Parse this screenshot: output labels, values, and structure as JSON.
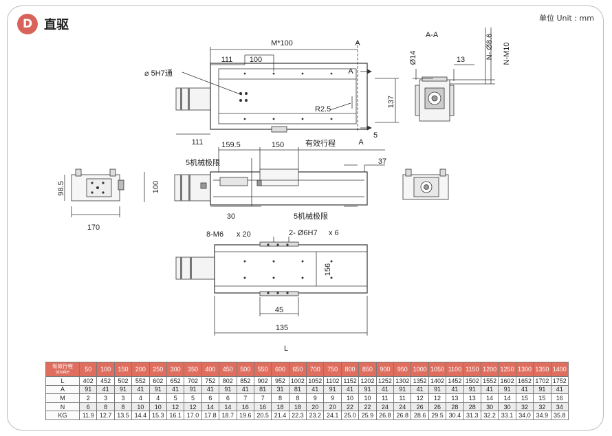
{
  "header": {
    "badge_letter": "D",
    "title": "直驱",
    "unit_label": "单位 Unit : mm"
  },
  "drawing_labels": {
    "m100": "M*100",
    "a_top": "A",
    "a_mid": "A",
    "a_bottom": "A",
    "d111_top": "111",
    "d100": "100",
    "hole": "⌀ 5H7通",
    "r25": "R2.5",
    "d137": "137",
    "d5": "5",
    "d111_bottom": "111",
    "section": "A-A",
    "d14": "Ø14",
    "d13": "13",
    "n86": "N- Ø8.6",
    "nm10": "N-M10",
    "d1595": "159.5",
    "d150": "150",
    "stroke_label": "有效行程",
    "limit_top": "5机械极限",
    "d37": "37",
    "d985": "98.5",
    "d100_side": "100",
    "d30": "30",
    "limit_bottom": "5机械极限",
    "d170": "170",
    "m6": "8-M6",
    "x20": "x 20",
    "h7": "2- Ø6H7",
    "x6": "x 6",
    "d156": "156",
    "d45": "45",
    "d135": "135",
    "d_L": "L"
  },
  "spec_table": {
    "header_cn": "有效行程",
    "header_en": "stroke",
    "strokes": [
      "50",
      "100",
      "150",
      "200",
      "250",
      "300",
      "350",
      "400",
      "450",
      "500",
      "550",
      "600",
      "650",
      "700",
      "750",
      "800",
      "850",
      "900",
      "950",
      "1000",
      "1050",
      "1100",
      "1150",
      "1200",
      "1250",
      "1300",
      "1350",
      "1400"
    ],
    "rows": [
      {
        "label": "L",
        "values": [
          "402",
          "452",
          "502",
          "552",
          "602",
          "652",
          "702",
          "752",
          "802",
          "852",
          "902",
          "952",
          "1002",
          "1052",
          "1102",
          "1152",
          "1202",
          "1252",
          "1302",
          "1352",
          "1402",
          "1452",
          "1502",
          "1552",
          "1602",
          "1652",
          "1702",
          "1752"
        ]
      },
      {
        "label": "A",
        "values": [
          "91",
          "41",
          "91",
          "41",
          "91",
          "41",
          "91",
          "41",
          "91",
          "41",
          "81",
          "31",
          "81",
          "41",
          "91",
          "41",
          "91",
          "41",
          "91",
          "41",
          "91",
          "41",
          "91",
          "41",
          "91",
          "41",
          "91",
          "41"
        ]
      },
      {
        "label": "M",
        "values": [
          "2",
          "3",
          "3",
          "4",
          "4",
          "5",
          "5",
          "6",
          "6",
          "7",
          "7",
          "8",
          "8",
          "9",
          "9",
          "10",
          "10",
          "11",
          "11",
          "12",
          "12",
          "13",
          "13",
          "14",
          "14",
          "15",
          "15",
          "16"
        ]
      },
      {
        "label": "N",
        "values": [
          "6",
          "8",
          "8",
          "10",
          "10",
          "12",
          "12",
          "14",
          "14",
          "16",
          "16",
          "18",
          "18",
          "20",
          "20",
          "22",
          "22",
          "24",
          "24",
          "26",
          "26",
          "28",
          "28",
          "30",
          "30",
          "32",
          "32",
          "34"
        ]
      },
      {
        "label": "KG",
        "values": [
          "11.9",
          "12.7",
          "13.5",
          "14.4",
          "15.3",
          "16.1",
          "17.0",
          "17.8",
          "18.7",
          "19.6",
          "20.5",
          "21.4",
          "22.3",
          "23.2",
          "24.1",
          "25.0",
          "25.9",
          "26.8",
          "26.8",
          "28.6",
          "29.5",
          "30.4",
          "31.3",
          "32.2",
          "33.1",
          "34.0",
          "34.9",
          "35.8"
        ]
      }
    ]
  }
}
